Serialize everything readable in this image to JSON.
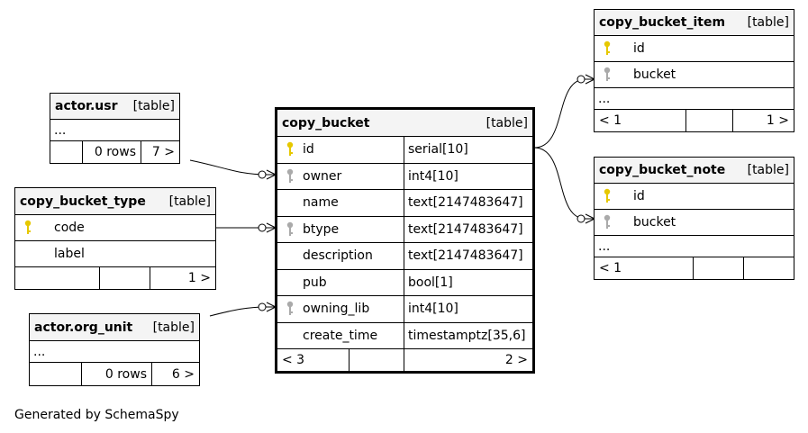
{
  "tables": {
    "copy_bucket": {
      "name": "copy_bucket",
      "kind": "[table]",
      "columns": [
        {
          "name": "id",
          "type": "serial[10]",
          "key": "primary"
        },
        {
          "name": "owner",
          "type": "int4[10]",
          "key": "foreign"
        },
        {
          "name": "name",
          "type": "text[2147483647]",
          "key": ""
        },
        {
          "name": "btype",
          "type": "text[2147483647]",
          "key": "foreign"
        },
        {
          "name": "description",
          "type": "text[2147483647]",
          "key": ""
        },
        {
          "name": "pub",
          "type": "bool[1]",
          "key": ""
        },
        {
          "name": "owning_lib",
          "type": "int4[10]",
          "key": "foreign"
        },
        {
          "name": "create_time",
          "type": "timestamptz[35,6]",
          "key": ""
        }
      ],
      "footer": {
        "left": "< 3",
        "mid": "",
        "right": "2 >"
      }
    },
    "actor_usr": {
      "name": "actor.usr",
      "kind": "[table]",
      "ellipsis": "...",
      "footer": {
        "left": "",
        "mid": "0 rows",
        "right": "7 >"
      }
    },
    "copy_bucket_type": {
      "name": "copy_bucket_type",
      "kind": "[table]",
      "columns": [
        {
          "name": "code",
          "key": "primary"
        },
        {
          "name": "label",
          "key": ""
        }
      ],
      "footer": {
        "left": "",
        "mid": "",
        "right": "1 >"
      }
    },
    "actor_org_unit": {
      "name": "actor.org_unit",
      "kind": "[table]",
      "ellipsis": "...",
      "footer": {
        "left": "",
        "mid": "0 rows",
        "right": "6 >"
      }
    },
    "copy_bucket_item": {
      "name": "copy_bucket_item",
      "kind": "[table]",
      "columns": [
        {
          "name": "id",
          "key": "primary"
        },
        {
          "name": "bucket",
          "key": "foreign"
        }
      ],
      "ellipsis": "...",
      "footer": {
        "left": "< 1",
        "mid": "",
        "right": "1 >"
      }
    },
    "copy_bucket_note": {
      "name": "copy_bucket_note",
      "kind": "[table]",
      "columns": [
        {
          "name": "id",
          "key": "primary"
        },
        {
          "name": "bucket",
          "key": "foreign"
        }
      ],
      "ellipsis": "...",
      "footer": {
        "left": "< 1",
        "mid": "",
        "right": ""
      }
    }
  },
  "footer_text": "Generated by SchemaSpy",
  "colors": {
    "primary_key": "#e6c800",
    "foreign_key": "#aaaaaa",
    "header_bg": "#f4f4f4"
  }
}
